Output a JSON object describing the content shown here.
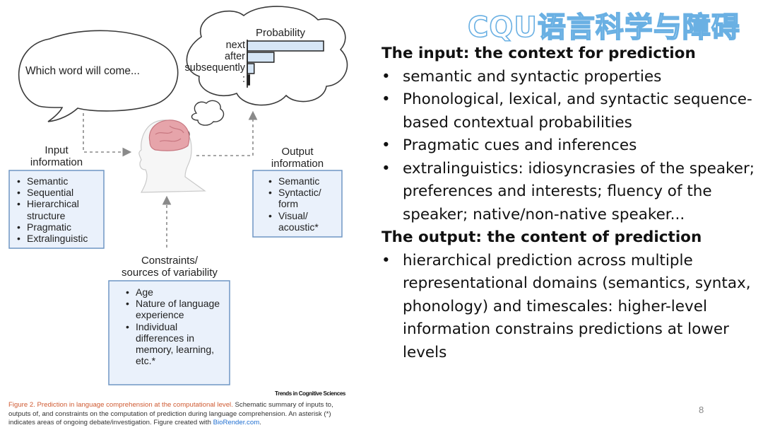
{
  "watermark": "CQU语言科学与障碍",
  "diagram": {
    "speech_bubble": "Which word will come...",
    "probability_label": "Probability",
    "chart_data": {
      "type": "bar",
      "orientation": "horizontal",
      "categories": [
        "next",
        "after",
        "subsequently",
        ":"
      ],
      "values": [
        1.0,
        0.35,
        0.09,
        0.03
      ],
      "title": "",
      "xlabel": "Probability",
      "ylabel": ""
    },
    "input": {
      "title": "Input\ninformation",
      "items": [
        "Semantic",
        "Sequential",
        "Hierarchical structure",
        "Pragmatic",
        "Extralinguistic"
      ]
    },
    "output": {
      "title": "Output\ninformation",
      "items": [
        "Semantic",
        "Syntactic/ form",
        "Visual/ acoustic*"
      ]
    },
    "constraints": {
      "title": "Constraints/\nsources of variability",
      "items": [
        "Age",
        "Nature of language experience",
        "Individual differences in memory, learning, etc.*"
      ]
    }
  },
  "journal": "Trends in Cognitive Sciences",
  "caption": {
    "title": "Figure 2. Prediction in language comprehension at the computational level.",
    "body": " Schematic summary of inputs to, outputs of, and constraints on the computation of prediction during language comprehension. An asterisk (*) indicates areas of ongoing debate/investigation. Figure created with ",
    "link": "BioRender.com",
    "end": "."
  },
  "panel": {
    "heading1": "The input: the context for prediction",
    "items1": [
      "semantic and syntactic properties",
      "Phonological, lexical, and syntactic sequence-based contextual probabilities",
      "Pragmatic cues and inferences",
      "extralinguistics: idiosyncrasies of the speaker; preferences and interests; fluency of the speaker; native/non-native speaker..."
    ],
    "heading2": "The output: the content of prediction",
    "items2": [
      "hierarchical prediction across multiple representational domains (semantics, syntax, phonology) and timescales: higher-level information constrains predictions at lower levels"
    ]
  },
  "page_number": "8",
  "colors": {
    "bar_fill": "#d6e6f6",
    "box_fill": "#eaf1fb",
    "box_border": "#6f96c4",
    "watermark": "#6ab0e3",
    "caption_title": "#cf5a32",
    "link": "#1f6fd1"
  }
}
